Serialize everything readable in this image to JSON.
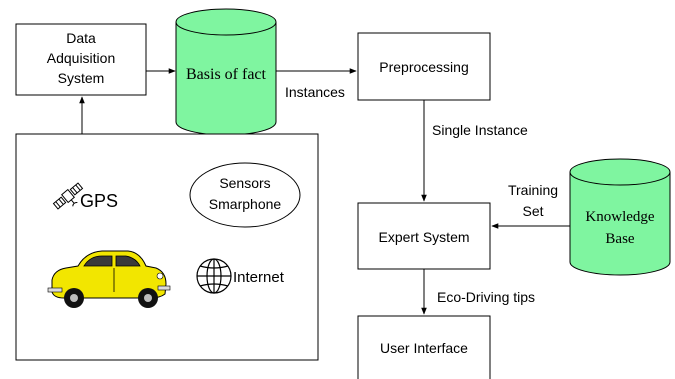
{
  "nodes": {
    "data_acquisition": {
      "line1": "Data",
      "line2": "Adquisition",
      "line3": "System"
    },
    "basis_of_fact": {
      "label": "Basis of fact"
    },
    "preprocessing": {
      "label": "Preprocessing"
    },
    "knowledge_base": {
      "line1": "Knowledge",
      "line2": "Base"
    },
    "expert_system": {
      "label": "Expert System"
    },
    "user_interface": {
      "label": "User Interface"
    }
  },
  "sources": {
    "gps": "GPS",
    "sensors_line1": "Sensors",
    "sensors_line2": "Smarphone",
    "internet": "Internet"
  },
  "edge_labels": {
    "instances": "Instances",
    "single_instance": "Single Instance",
    "training_line1": "Training",
    "training_line2": "Set",
    "eco_driving": "Eco-Driving tips"
  },
  "colors": {
    "cylinder_fill": "#7ff5a0",
    "car_body": "#f2e600",
    "stroke": "#000000"
  }
}
